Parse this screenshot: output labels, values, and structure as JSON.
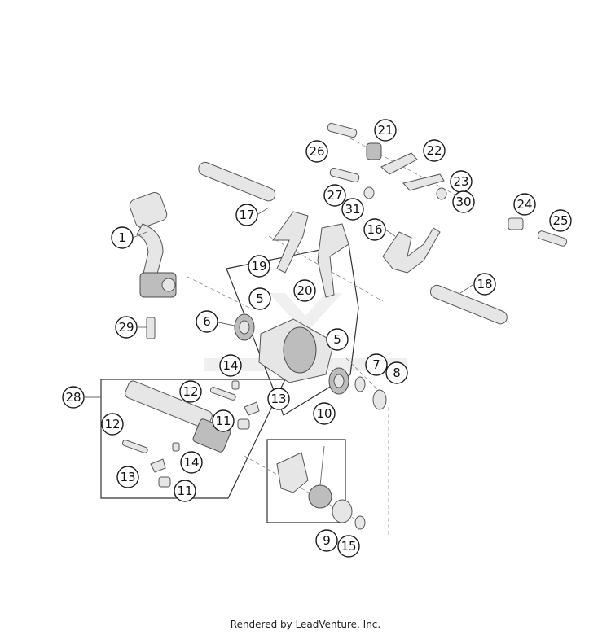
{
  "diagram": {
    "callouts": [
      "1",
      "5",
      "5",
      "6",
      "7",
      "8",
      "9",
      "10",
      "11",
      "11",
      "12",
      "12",
      "13",
      "13",
      "14",
      "14",
      "15",
      "16",
      "17",
      "18",
      "19",
      "20",
      "21",
      "22",
      "23",
      "24",
      "25",
      "26",
      "27",
      "28",
      "29",
      "30",
      "31"
    ]
  },
  "footer": {
    "credit": "Rendered by LeadVenture, Inc."
  },
  "colors": {
    "line": "#333333",
    "part_fill": "#e6e6e6",
    "part_dark": "#bdbdbd"
  }
}
